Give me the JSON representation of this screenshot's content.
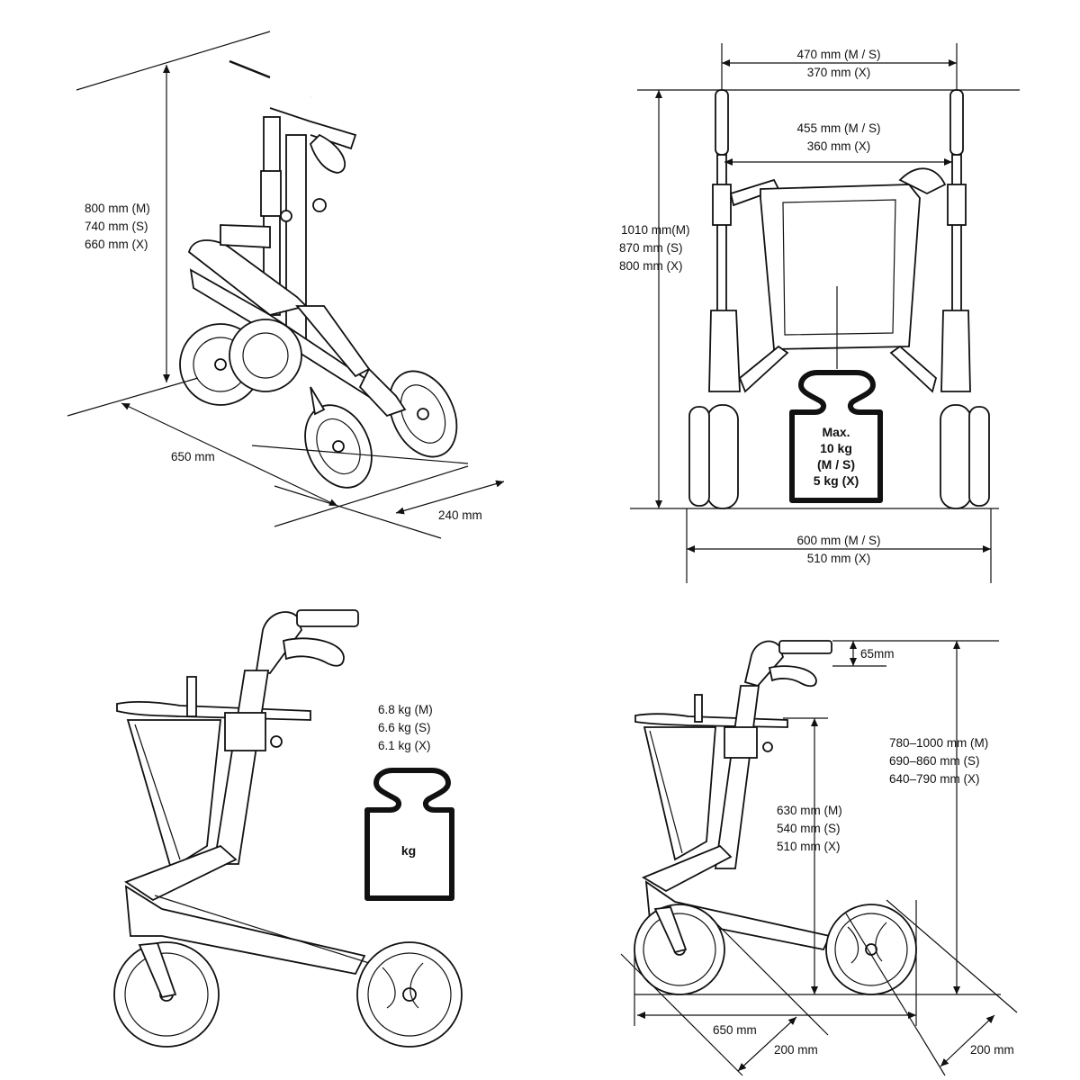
{
  "quadrant_folded": {
    "height": [
      "800 mm  (M)",
      "740 mm   (S)",
      "660 mm   (X)"
    ],
    "length": "650 mm",
    "depth": "240 mm"
  },
  "quadrant_front": {
    "handle_width": [
      "470 mm   (M / S)",
      "370 mm   (X)"
    ],
    "inner_width": [
      "455 mm   (M / S)",
      "360 mm   (X)"
    ],
    "height": [
      "1010 mm(M)",
      "870 mm   (S)",
      "800 mm   (X)"
    ],
    "base_width": [
      "600 mm   (M / S)",
      "510 mm   (X)"
    ],
    "max_load": [
      "Max.",
      "10 kg",
      "(M / S)",
      "5 kg (X)"
    ]
  },
  "quadrant_side": {
    "weight": [
      "6.8 kg  (M)",
      "6.6 kg  (S)",
      "6.1 kg  (X)"
    ],
    "weight_icon_label": "kg"
  },
  "quadrant_dims": {
    "handle_offset": "65mm",
    "handle_height": [
      "780–1000 mm  (M)",
      "690–860 mm     (S)",
      "640–790 mm     (X)"
    ],
    "seat_height": [
      "630 mm  (M)",
      "540 mm  (S)",
      "510 mm  (X)"
    ],
    "wheelbase": "650 mm",
    "front_depth": "200 mm",
    "rear_depth": "200 mm"
  }
}
